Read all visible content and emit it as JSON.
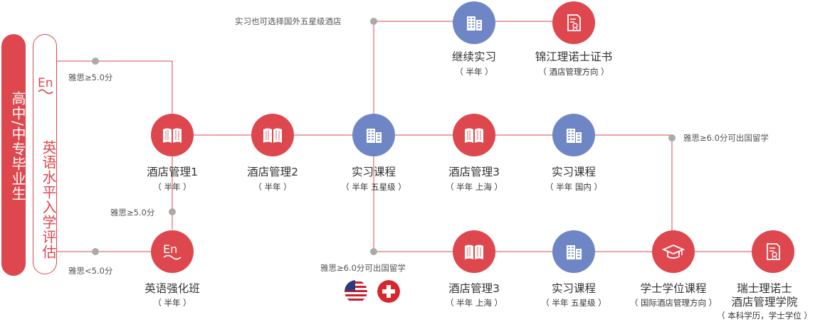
{
  "side": {
    "start_label": "高中/中专毕业生",
    "eval_label": "英语水平入学评估",
    "eval_logo": "En"
  },
  "notes": {
    "ielts_ge5_top": "雅思≥5.0分",
    "ielts_ge5_mid": "雅思≥5.0分",
    "ielts_lt5": "雅思<5.0分",
    "overseas_hotel": "实习也可选择国外五星级酒店",
    "ielts_ge6_right": "雅思≥6.0分可出国留学",
    "ielts_ge6_bottom": "雅思≥6.0分可出国留学"
  },
  "nodes": {
    "hm1": {
      "title": "酒店管理1",
      "sub": "（ 半年 ）"
    },
    "hm2": {
      "title": "酒店管理2",
      "sub": "（ 半年 ）"
    },
    "intern1": {
      "title": "实习课程",
      "sub": "（ 半年 五星级 ）"
    },
    "hm3_mid": {
      "title": "酒店管理3",
      "sub": "（ 半年 上海 ）"
    },
    "intern_dom": {
      "title": "实习课程",
      "sub": "（ 半年 国内 ）"
    },
    "cont_intern": {
      "title": "继续实习",
      "sub": "（ 半年 ）"
    },
    "jinjiang": {
      "title": "锦江理诺士证书",
      "sub": "（ 酒店管理方向 ）"
    },
    "english": {
      "title": "英语强化班",
      "sub": "（ 半年 ）"
    },
    "hm3_bot": {
      "title": "酒店管理3",
      "sub": "（ 半年 上海 ）"
    },
    "intern_bot": {
      "title": "实习课程",
      "sub": "（ 半年 五星级 ）"
    },
    "bachelor": {
      "title": "学士学位课程",
      "sub": "（ 国际酒店管理方向 ）"
    },
    "swiss": {
      "title": "瑞士理诺士",
      "title2": "酒店管理学院",
      "sub": "（ 本科学历，学士学位 ）"
    }
  },
  "icons": {
    "book": "open-book-icon",
    "building": "building-icon",
    "certificate": "certificate-icon",
    "graduation": "graduation-cap-icon",
    "english": "en-logo-icon"
  },
  "flags": [
    "us-flag-icon",
    "swiss-flag-icon"
  ],
  "colors": {
    "red": "#dd474d",
    "blue": "#6f86c6",
    "dot": "#aaaaaa",
    "text": "#333333"
  }
}
